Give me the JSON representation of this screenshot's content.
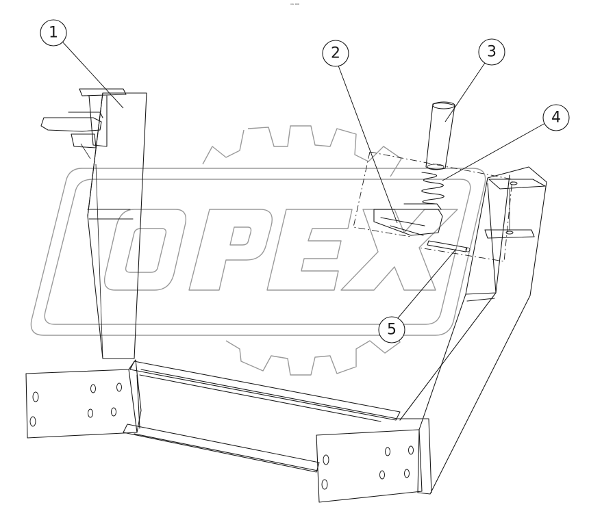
{
  "diagram": {
    "header_mark": "ᵐᵇ ⁰⁰⁰",
    "watermark": {
      "text": "OPEX",
      "color": "#9a9a9a"
    },
    "callouts": [
      {
        "id": "callout-1",
        "label": "1"
      },
      {
        "id": "callout-2",
        "label": "2"
      },
      {
        "id": "callout-3",
        "label": "3"
      },
      {
        "id": "callout-4",
        "label": "4"
      },
      {
        "id": "callout-5",
        "label": "5"
      }
    ]
  }
}
